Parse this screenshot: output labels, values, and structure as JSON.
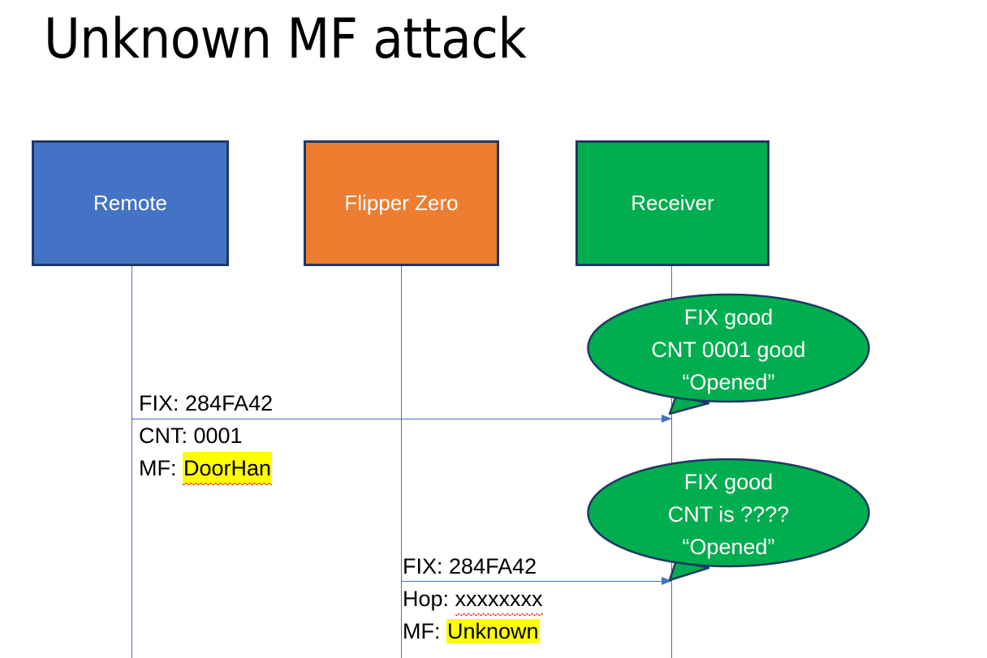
{
  "slide": {
    "title": "Unknown MF attack",
    "background_color": "#FFFFFF"
  },
  "colors": {
    "remote_box": "#4472C4",
    "flipper_box": "#ED7D31",
    "receiver_box": "#00AD4F",
    "box_border": "#1F3864",
    "bubble_fill": "#00AD4F",
    "bubble_border": "#1F3864",
    "lifeline": "#4472C4",
    "arrow": "#4472C4",
    "highlight": "#FFFF00",
    "spellcheck_underline": "#FF0000",
    "box_label_text": "#FFFFFF",
    "message_text": "#000000"
  },
  "actors": [
    {
      "id": "remote",
      "label": "Remote"
    },
    {
      "id": "flipper",
      "label": "Flipper Zero"
    },
    {
      "id": "receiver",
      "label": "Receiver"
    }
  ],
  "messages": [
    {
      "id": "message-1",
      "from": "remote",
      "to": "receiver",
      "lines": [
        {
          "label": "FIX: ",
          "value": "284FA42",
          "highlighted": false,
          "spellcheck_flag": false
        },
        {
          "label": "CNT: ",
          "value": "0001",
          "highlighted": false,
          "spellcheck_flag": false
        },
        {
          "label": "MF: ",
          "value": "DoorHan",
          "highlighted": true,
          "spellcheck_flag": true
        }
      ]
    },
    {
      "id": "message-2",
      "from": "flipper",
      "to": "receiver",
      "lines": [
        {
          "label": "FIX: ",
          "value": "284FA42",
          "highlighted": false,
          "spellcheck_flag": false
        },
        {
          "label": "Hop: ",
          "value": "xxxxxxxx",
          "highlighted": false,
          "spellcheck_flag": true
        },
        {
          "label": "MF: ",
          "value": "Unknown",
          "highlighted": true,
          "spellcheck_flag": false
        }
      ]
    }
  ],
  "bubbles": [
    {
      "id": "bubble-1",
      "owner": "receiver",
      "lines": [
        "FIX good",
        "CNT 0001 good",
        "“Opened”"
      ]
    },
    {
      "id": "bubble-2",
      "owner": "receiver",
      "lines": [
        "FIX good",
        "CNT is ????",
        "“Opened”"
      ]
    }
  ]
}
